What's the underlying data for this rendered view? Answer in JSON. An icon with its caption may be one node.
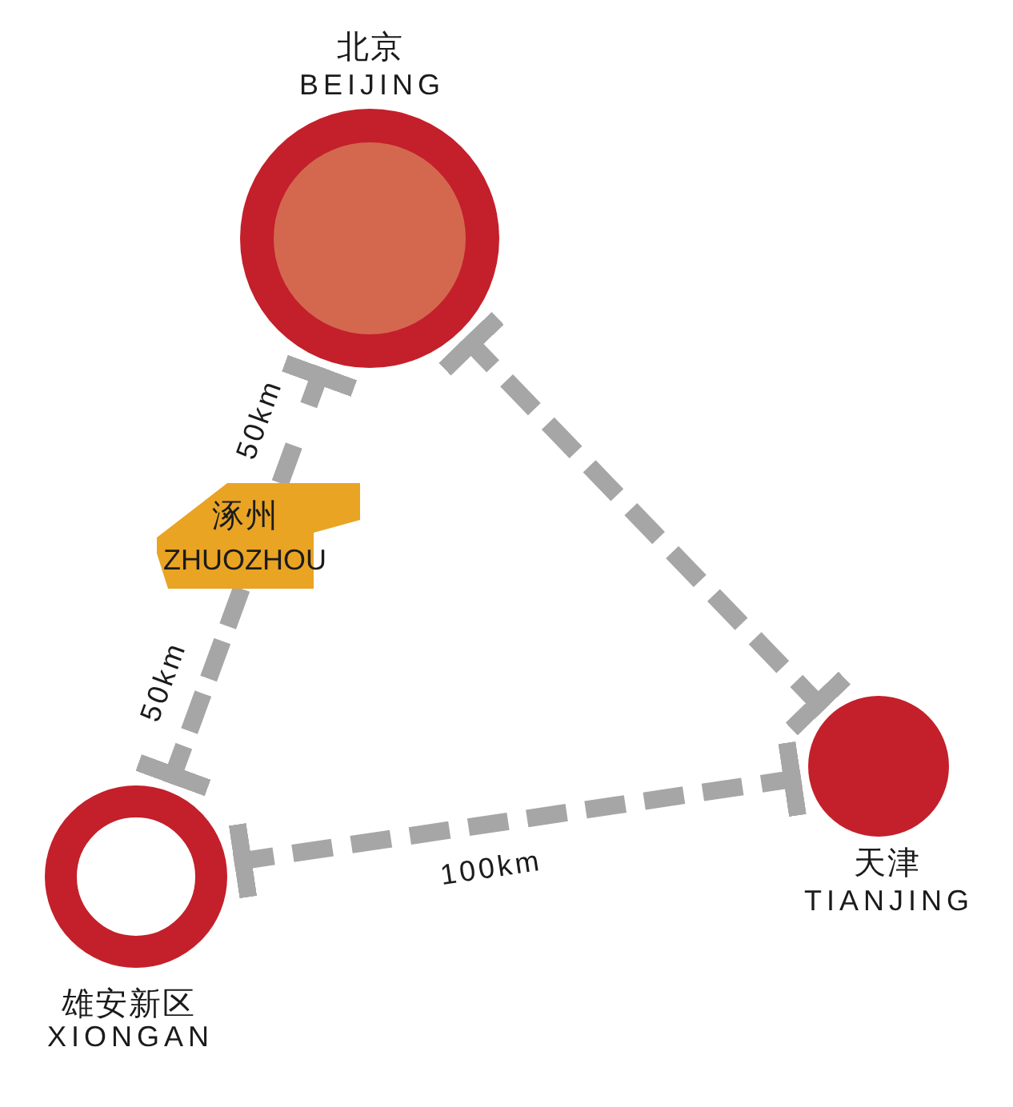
{
  "diagram": {
    "nodes": [
      {
        "text": [
          "北京",
          "BEIJING"
        ]
      },
      {
        "text": [
          "涿州",
          "ZHUOZHOU"
        ]
      },
      {
        "text": [
          "天津",
          "TIANJING"
        ]
      },
      {
        "text": [
          "雄安新区",
          "XIONGAN"
        ]
      }
    ],
    "edges": [
      {
        "from": 0,
        "to": 1,
        "arrow": "other",
        "style": "dashed",
        "label": "50km"
      },
      {
        "from": 1,
        "to": 3,
        "arrow": "other",
        "style": "dashed",
        "label": "50km"
      },
      {
        "from": 0,
        "to": 2,
        "arrow": "other",
        "style": "dashed"
      },
      {
        "from": 3,
        "to": 2,
        "arrow": "other",
        "style": "dashed",
        "label": "100km"
      }
    ]
  }
}
